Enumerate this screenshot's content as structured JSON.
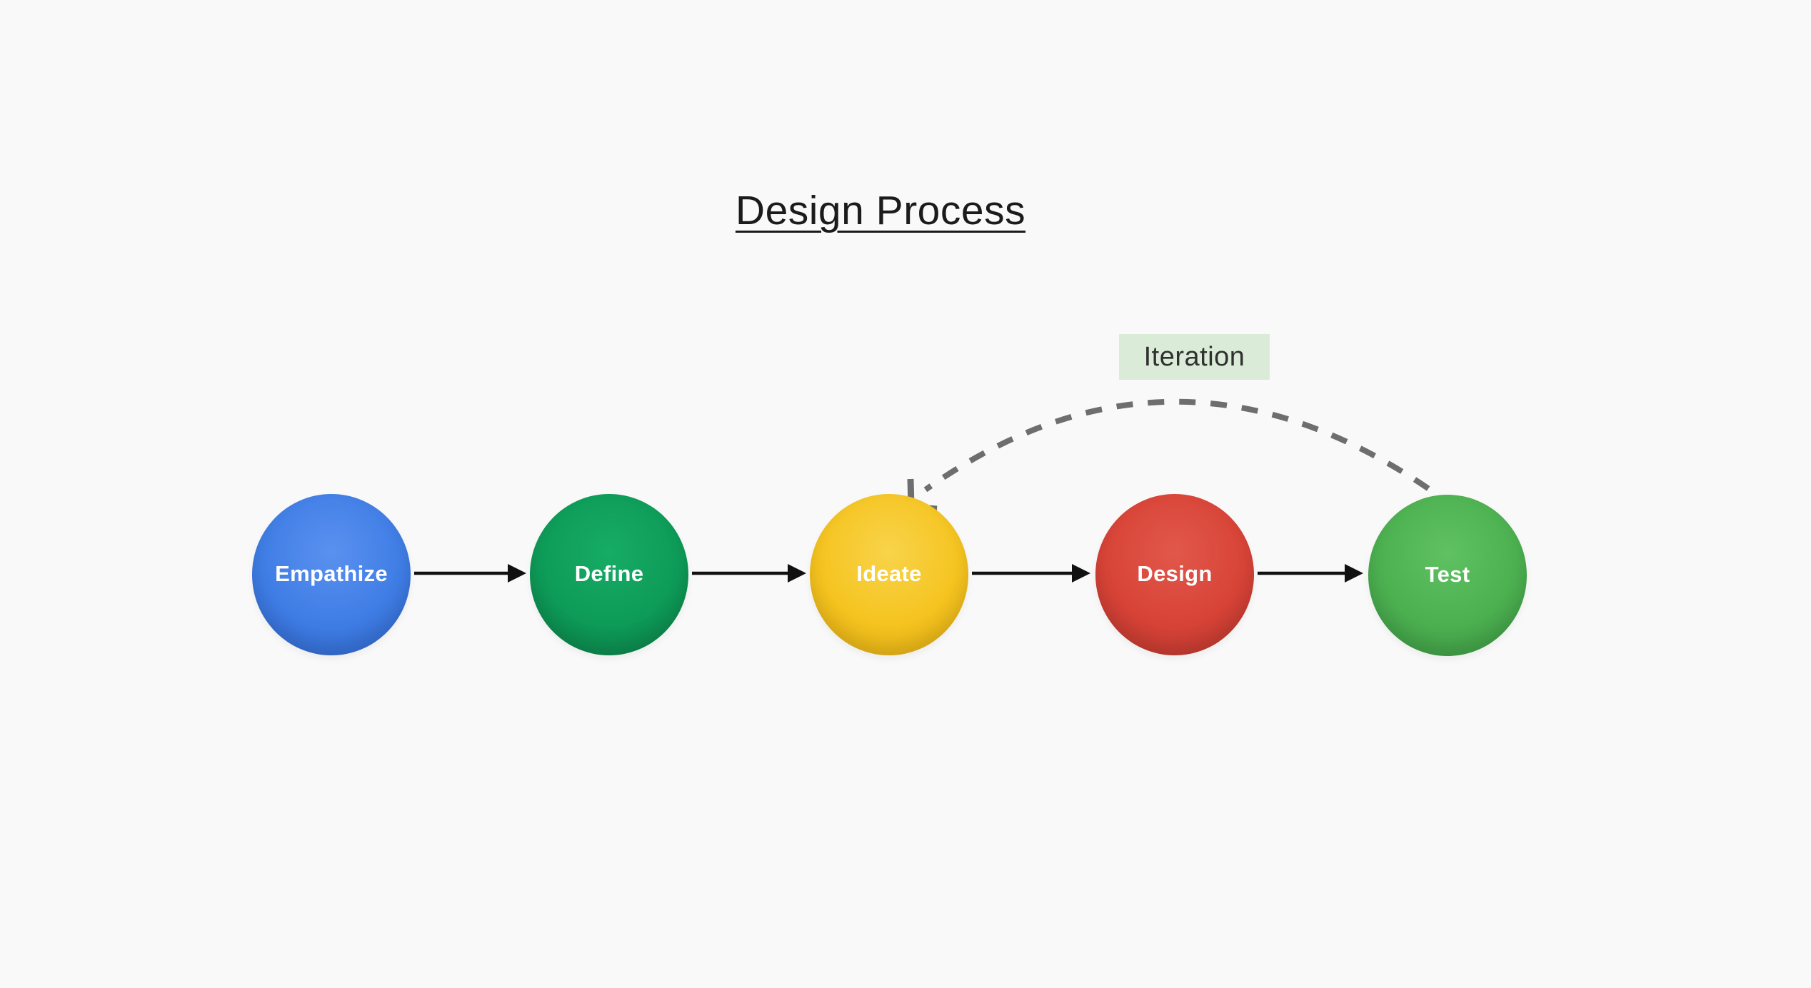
{
  "canvas": {
    "background": "#f9f9f9"
  },
  "title": {
    "text": "Design Process",
    "color": "#1b1b1b",
    "underlined": true
  },
  "diagram": {
    "type": "flowchart",
    "direction": "left-to-right",
    "edge_color": "#111111",
    "node_text_color": "#ffffff",
    "nodes": [
      {
        "id": "empathize",
        "label": "Empathize",
        "color": "#3f7de5",
        "color_light": "#5a91ef",
        "color_dark": "#2d63c6"
      },
      {
        "id": "define",
        "label": "Define",
        "color": "#0e9b58",
        "color_light": "#16ac66",
        "color_dark": "#0a7a45"
      },
      {
        "id": "ideate",
        "label": "Ideate",
        "color": "#f5c420",
        "color_light": "#f8d34a",
        "color_dark": "#dda70f"
      },
      {
        "id": "design",
        "label": "Design",
        "color": "#d84337",
        "color_light": "#e1584b",
        "color_dark": "#b4342b"
      },
      {
        "id": "test",
        "label": "Test",
        "color": "#4cb050",
        "color_light": "#5fc162",
        "color_dark": "#3a9340"
      }
    ],
    "flow_edges": [
      {
        "from": "Empathize",
        "to": "Define",
        "style": "solid-arrow"
      },
      {
        "from": "Define",
        "to": "Ideate",
        "style": "solid-arrow"
      },
      {
        "from": "Ideate",
        "to": "Design",
        "style": "solid-arrow"
      },
      {
        "from": "Design",
        "to": "Test",
        "style": "solid-arrow"
      }
    ],
    "feedback_edge": {
      "from": "Test",
      "to": "Ideate",
      "label": "Iteration",
      "style": "dashed-arc",
      "color": "#6e6e6e",
      "label_bg": "#daecd8",
      "label_color": "#303030"
    }
  }
}
